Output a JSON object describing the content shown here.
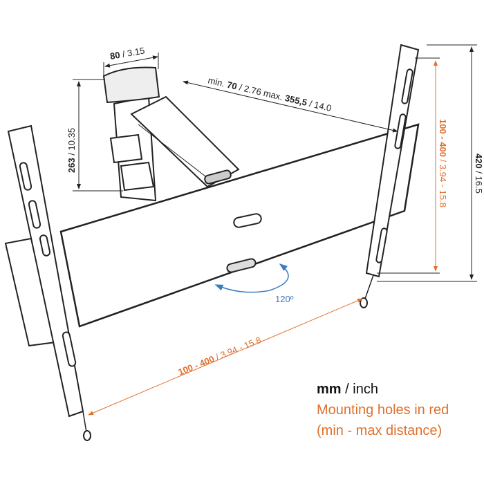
{
  "dimensions": {
    "head_width": {
      "bold": "80",
      "rest": " / 3.15"
    },
    "height": {
      "bold": "263",
      "rest": " / 10.35"
    },
    "extension": {
      "pre": "min. ",
      "min_bold": "70",
      "mid": " / 2.76 max. ",
      "max_bold": "355,5",
      "rest": "  / 14.0"
    },
    "total_height": {
      "bold": "420",
      "rest": " / 16.5"
    },
    "vertical_holes": {
      "bold": "100 - 400",
      "rest": " / 3.94 - 15.8"
    },
    "horizontal_holes": {
      "bold": "100 - 400",
      "rest": " / 3.94 - 15.8"
    },
    "rotation": "120º"
  },
  "legend": {
    "units_bold": "mm",
    "units_rest": " / inch",
    "line2": "Mounting holes in red",
    "line3": "(min - max distance)"
  },
  "colors": {
    "accent": "#e0702c",
    "rotation": "#3a7cc0",
    "line": "#222222"
  }
}
